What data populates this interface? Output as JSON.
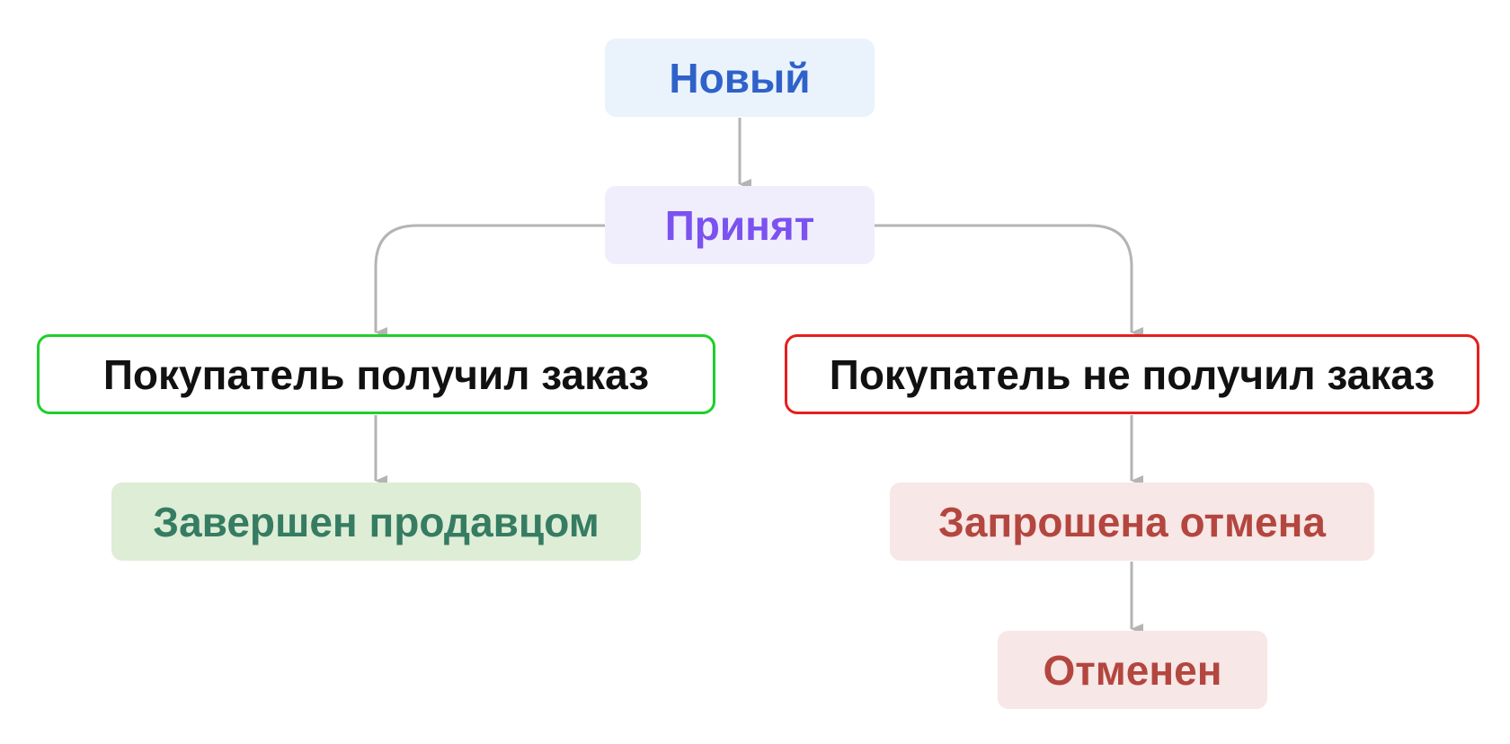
{
  "nodes": {
    "new": {
      "label": "Новый",
      "text_color": "#2f62c9",
      "bg_color": "#eaf3fc"
    },
    "accepted": {
      "label": "Принят",
      "text_color": "#7b52f0",
      "bg_color": "#f0eefc"
    },
    "received": {
      "label": "Покупатель получил заказ",
      "text_color": "#111111",
      "bg_color": "#ffffff",
      "border_color": "#1fcf2b"
    },
    "not_received": {
      "label": "Покупатель не получил заказ",
      "text_color": "#111111",
      "bg_color": "#ffffff",
      "border_color": "#e51f1f"
    },
    "completed": {
      "label": "Завершен продавцом",
      "text_color": "#357c62",
      "bg_color": "#deedd6"
    },
    "cancel_requested": {
      "label": "Запрошена отмена",
      "text_color": "#b3463f",
      "bg_color": "#f7e7e6"
    },
    "cancelled": {
      "label": "Отменен",
      "text_color": "#b3463f",
      "bg_color": "#f7e7e6"
    }
  },
  "edges": [
    {
      "from": "new",
      "to": "accepted"
    },
    {
      "from": "accepted",
      "to": "received"
    },
    {
      "from": "accepted",
      "to": "not_received"
    },
    {
      "from": "received",
      "to": "completed"
    },
    {
      "from": "not_received",
      "to": "cancel_requested"
    },
    {
      "from": "cancel_requested",
      "to": "cancelled"
    }
  ],
  "edge_color": "#b4b4b4"
}
